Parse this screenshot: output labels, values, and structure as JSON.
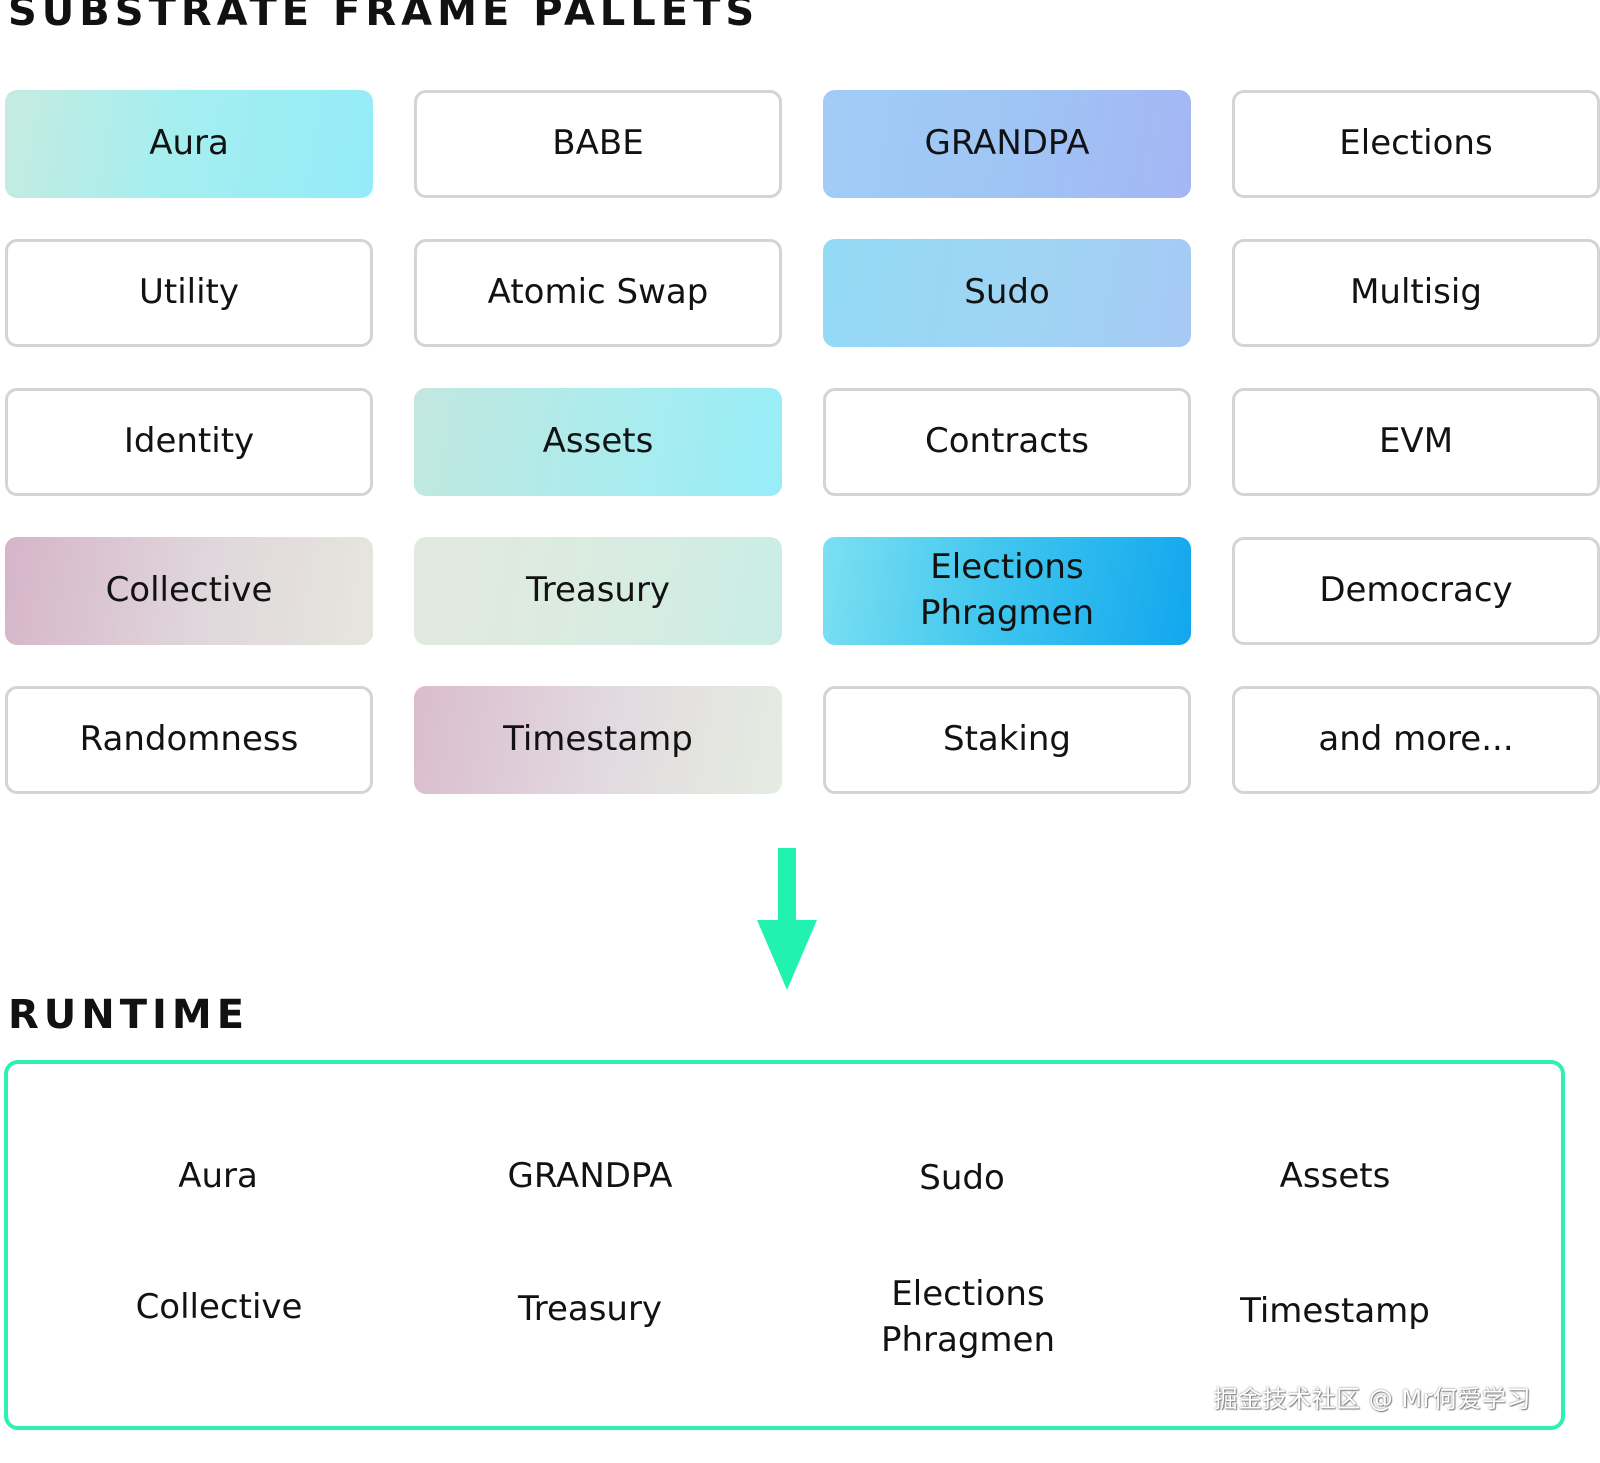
{
  "titles": {
    "pallets": "SUBSTRATE FRAME PALLETS",
    "runtime": "RUNTIME"
  },
  "pallets": [
    {
      "lines": [
        "Aura"
      ],
      "style": "aqua"
    },
    {
      "lines": [
        "BABE"
      ],
      "style": "plain"
    },
    {
      "lines": [
        "GRANDPA"
      ],
      "style": "blue1"
    },
    {
      "lines": [
        "Elections"
      ],
      "style": "plain"
    },
    {
      "lines": [
        "Utility"
      ],
      "style": "plain"
    },
    {
      "lines": [
        "Atomic Swap"
      ],
      "style": "plain"
    },
    {
      "lines": [
        "Sudo"
      ],
      "style": "blue2"
    },
    {
      "lines": [
        "Multisig"
      ],
      "style": "plain"
    },
    {
      "lines": [
        "Identity"
      ],
      "style": "plain"
    },
    {
      "lines": [
        "Assets"
      ],
      "style": "aqua2"
    },
    {
      "lines": [
        "Contracts"
      ],
      "style": "plain"
    },
    {
      "lines": [
        "EVM"
      ],
      "style": "plain"
    },
    {
      "lines": [
        "Collective"
      ],
      "style": "mauve"
    },
    {
      "lines": [
        "Treasury"
      ],
      "style": "mint"
    },
    {
      "lines": [
        "Elections",
        "Phragmen"
      ],
      "style": "bright"
    },
    {
      "lines": [
        "Democracy"
      ],
      "style": "plain"
    },
    {
      "lines": [
        "Randomness"
      ],
      "style": "plain"
    },
    {
      "lines": [
        "Timestamp"
      ],
      "style": "mauve2"
    },
    {
      "lines": [
        "Staking"
      ],
      "style": "plain"
    },
    {
      "lines": [
        "and more..."
      ],
      "style": "plain"
    }
  ],
  "runtime_items": [
    {
      "lines": [
        "Aura"
      ]
    },
    {
      "lines": [
        "GRANDPA"
      ]
    },
    {
      "lines": [
        "Sudo"
      ]
    },
    {
      "lines": [
        "Assets"
      ]
    },
    {
      "lines": [
        "Collective"
      ]
    },
    {
      "lines": [
        "Treasury"
      ]
    },
    {
      "lines": [
        "Elections",
        "Phragmen"
      ]
    },
    {
      "lines": [
        "Timestamp"
      ]
    }
  ],
  "colors": {
    "arrow": "#22f2b0",
    "runtime_border": "#2ef0b4",
    "plain_border": "#d4d4d4"
  },
  "icons": {
    "arrow": "arrow-down-icon"
  },
  "watermark": "掘金技术社区 @ Mr何爱学习"
}
